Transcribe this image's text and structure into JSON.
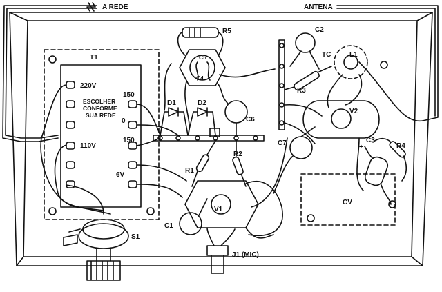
{
  "labels": {
    "mains": "A REDE",
    "antenna": "ANTENA",
    "transformer": "T1",
    "tap_220": "220V",
    "choose_1": "ESCOLHER",
    "choose_2": "CONFORME",
    "choose_3": "SUA REDE",
    "tap_110": "110V",
    "sec_150a": "150",
    "sec_0": "0",
    "sec_150b": "150",
    "sec_6v": "6V",
    "r5": "R5",
    "c5": "C5",
    "c4": "C4",
    "c2": "C2",
    "l1": "L1",
    "tc": "TC",
    "r3": "R3",
    "d1": "D1",
    "d2": "D2",
    "c6": "C6",
    "v2": "V2",
    "c7": "C7",
    "c3": "C3",
    "plus": "+",
    "r4": "R4",
    "r1": "R1",
    "r2": "R2",
    "v1": "V1",
    "c1": "C1",
    "cv": "CV",
    "s1": "S1",
    "j1": "J1 (MIC)"
  }
}
